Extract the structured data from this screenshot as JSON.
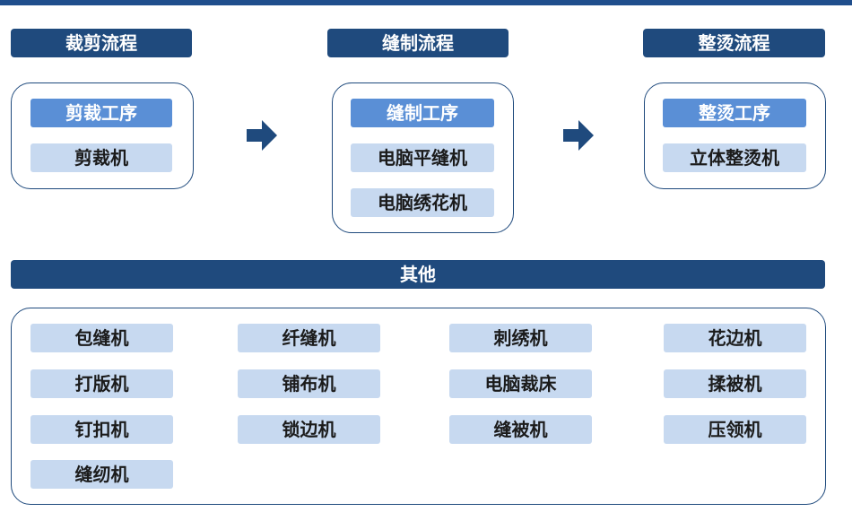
{
  "colors": {
    "header_bg": "#1f4a7d",
    "primary_box": "#5a8fd6",
    "secondary_box": "#c7d9f0",
    "border": "#1f4a7d"
  },
  "process": {
    "cutting": {
      "title": "裁剪流程",
      "step": "剪裁工序",
      "machines": [
        "剪裁机"
      ]
    },
    "sewing": {
      "title": "缝制流程",
      "step": "缝制工序",
      "machines": [
        "电脑平缝机",
        "电脑绣花机"
      ]
    },
    "ironing": {
      "title": "整烫流程",
      "step": "整烫工序",
      "machines": [
        "立体整烫机"
      ]
    }
  },
  "other": {
    "title": "其他",
    "machines": [
      "包缝机",
      "纤缝机",
      "刺绣机",
      "花边机",
      "打版机",
      "铺布机",
      "电脑裁床",
      "揉被机",
      "钉扣机",
      "锁边机",
      "缝被机",
      "压领机",
      "缝纫机"
    ]
  },
  "icons": [
    "arrow-right-icon",
    "arrow-right-icon"
  ]
}
